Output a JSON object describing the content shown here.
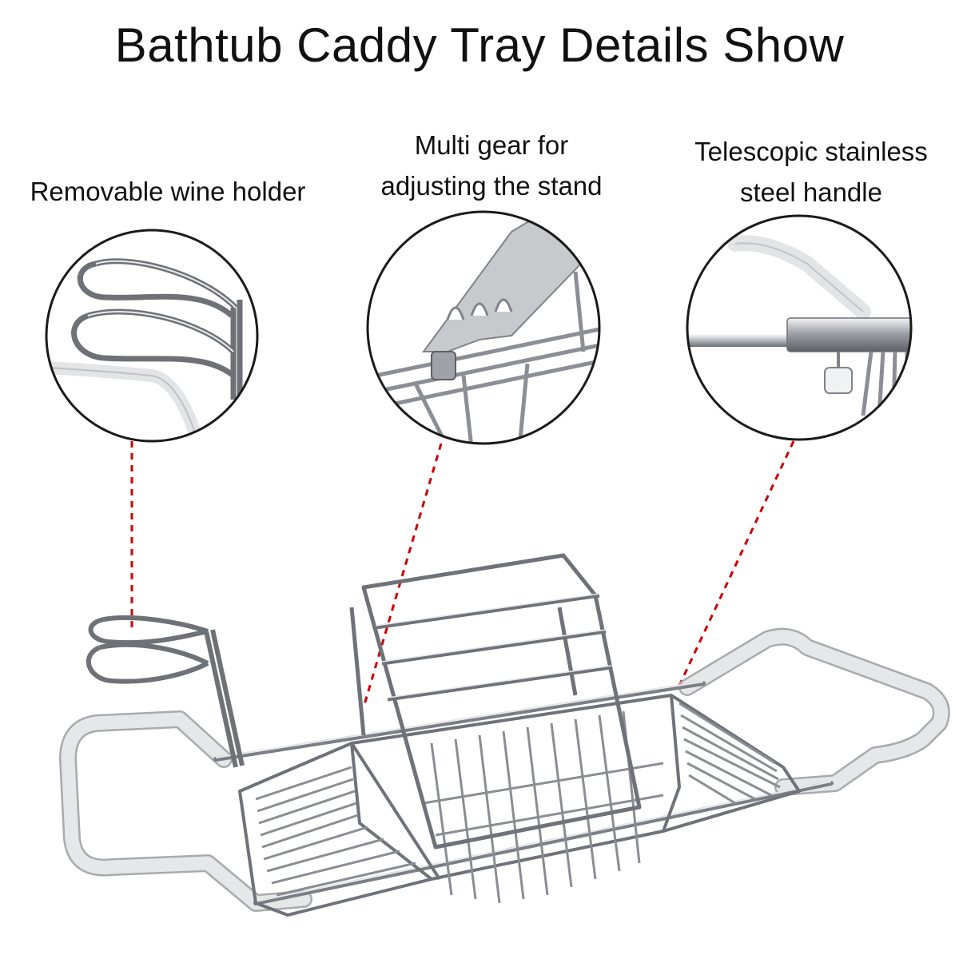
{
  "title": "Bathtub Caddy Tray Details Show",
  "callouts": [
    {
      "id": "wine",
      "lines": [
        "Removable wine holder"
      ]
    },
    {
      "id": "gear",
      "lines": [
        "Multi gear for",
        "adjusting the stand"
      ]
    },
    {
      "id": "handle",
      "lines": [
        "Telescopic stainless",
        "steel handle"
      ]
    }
  ],
  "colors": {
    "text": "#111111",
    "circle_outline": "#1a1a1a",
    "leader_line": "#cc0000",
    "steel": "#8a8d92",
    "steel_light": "#c9ccd1",
    "handle_white": "#e6e7e9"
  }
}
